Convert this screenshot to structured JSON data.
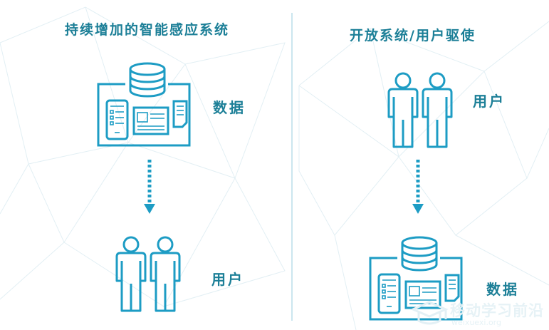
{
  "left": {
    "title": "持续增加的智能感应系统",
    "top_label": "数据",
    "bottom_label": "用户"
  },
  "right": {
    "title": "开放系统/用户驱使",
    "top_label": "用户",
    "bottom_label": "数据"
  },
  "watermark": {
    "text": "移动学习前沿",
    "url": "weixuexi.org"
  },
  "colors": {
    "accent": "#1d9cc4",
    "text": "#1c7f97",
    "divider": "#cbe6ef"
  }
}
